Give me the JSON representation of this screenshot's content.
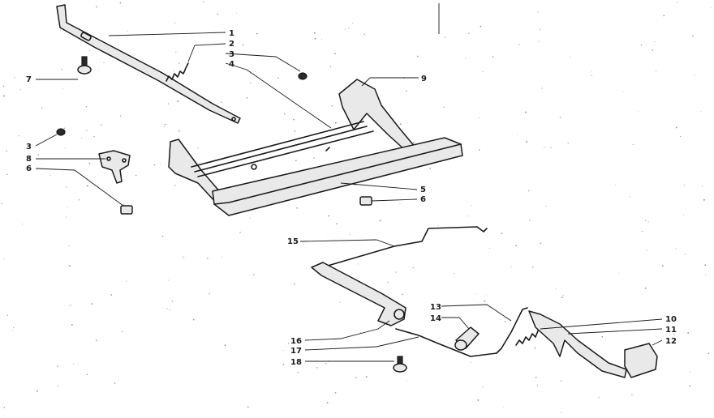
{
  "callouts": [
    {
      "id": "c1",
      "text": "1"
    },
    {
      "id": "c2",
      "text": "2"
    },
    {
      "id": "c3a",
      "text": "3"
    },
    {
      "id": "c4",
      "text": "4"
    },
    {
      "id": "c7",
      "text": "7"
    },
    {
      "id": "c9",
      "text": "9"
    },
    {
      "id": "c3b",
      "text": "3"
    },
    {
      "id": "c8",
      "text": "8"
    },
    {
      "id": "c6a",
      "text": "6"
    },
    {
      "id": "c5",
      "text": "5"
    },
    {
      "id": "c6b",
      "text": "6"
    },
    {
      "id": "c15",
      "text": "15"
    },
    {
      "id": "c13",
      "text": "13"
    },
    {
      "id": "c14",
      "text": "14"
    },
    {
      "id": "c10",
      "text": "10"
    },
    {
      "id": "c11",
      "text": "11"
    },
    {
      "id": "c12",
      "text": "12"
    },
    {
      "id": "c16",
      "text": "16"
    },
    {
      "id": "c17",
      "text": "17"
    },
    {
      "id": "c18",
      "text": "18"
    }
  ]
}
